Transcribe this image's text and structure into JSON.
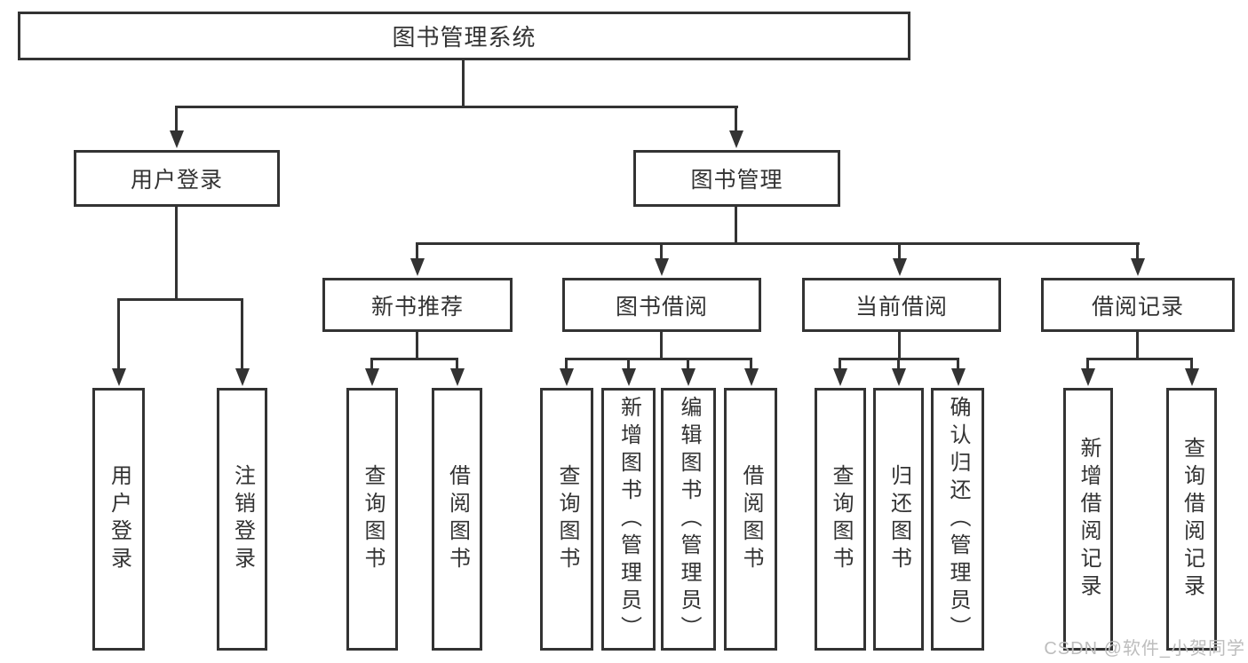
{
  "nodes": {
    "root": "图书管理系统",
    "login": "用户登录",
    "manage": "图书管理",
    "login_user": "用户登录",
    "login_logout": "注销登录",
    "recommend": "新书推荐",
    "borrow": "图书借阅",
    "current": "当前借阅",
    "records": "借阅记录",
    "rec_query": "查询图书",
    "rec_borrow": "借阅图书",
    "bor_query": "查询图书",
    "bor_add": "新增图书（管理员）",
    "bor_edit": "编辑图书（管理员）",
    "bor_lend": "借阅图书",
    "cur_query": "查询图书",
    "cur_return": "归还图书",
    "cur_confirm": "确认归还（管理员）",
    "recd_add": "新增借阅记录",
    "recd_query": "查询借阅记录"
  },
  "hierarchy": {
    "图书管理系统": {
      "用户登录": [
        "用户登录",
        "注销登录"
      ],
      "图书管理": {
        "新书推荐": [
          "查询图书",
          "借阅图书"
        ],
        "图书借阅": [
          "查询图书",
          "新增图书（管理员）",
          "编辑图书（管理员）",
          "借阅图书"
        ],
        "当前借阅": [
          "查询图书",
          "归还图书",
          "确认归还（管理员）"
        ],
        "借阅记录": [
          "新增借阅记录",
          "查询借阅记录"
        ]
      }
    }
  },
  "watermark": {
    "text": "CSDN @软件_小贺同学"
  },
  "colors": {
    "line": "#333333",
    "text": "#333333",
    "box_background": "#ffffff",
    "watermark": "#bdbdbd",
    "background": "#ffffff"
  }
}
